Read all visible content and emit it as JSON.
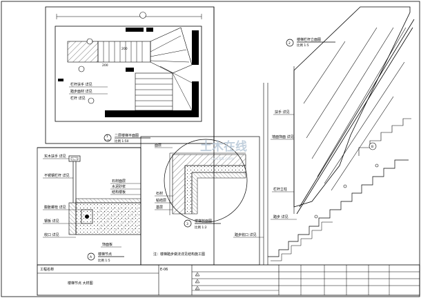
{
  "stair_plan": {
    "title": "二层楼梯平面图",
    "scale": "比例 1:50",
    "marker_number": "1",
    "marker_sheet": "E-06",
    "dims": [
      "200",
      "200"
    ]
  },
  "stair_elevation": {
    "title": "楼梯栏杆立面图",
    "scale": "比例 1:5",
    "marker_number": "2",
    "callout": "B"
  },
  "handrail_node": {
    "title": "楼梯节点",
    "scale": "比例 1:5",
    "marker_number": "A",
    "note": "注：楼梯踏步做法详见结构施工图"
  },
  "corner_detail": {
    "title": "楼梯剖面图",
    "scale": "比例 1:2",
    "marker_number": "3"
  },
  "watermark": {
    "main": "土木在线",
    "sub": "co188.com"
  },
  "title_block": {
    "project_label": "工程名称",
    "drawing_name": "楼梯节点 大样图",
    "revisions": [
      "A",
      "A",
      "A"
    ],
    "sheet_no": "E-06"
  },
  "colors": {
    "line": "#000000",
    "hatch": "#555555",
    "paper": "#ffffff"
  }
}
